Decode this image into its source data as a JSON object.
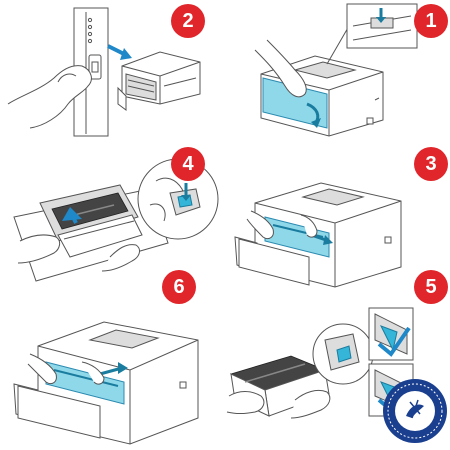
{
  "steps": [
    {
      "number": "1"
    },
    {
      "number": "2"
    },
    {
      "number": "3"
    },
    {
      "number": "4"
    },
    {
      "number": "5"
    },
    {
      "number": "6"
    }
  ],
  "colors": {
    "badge": "#e0262b",
    "highlight": "#35b6d9",
    "highlight_light": "#8fd8ea",
    "arrow": "#1f88c8",
    "line": "#555555",
    "seal": "#1b3f8f"
  },
  "icons": {
    "badge_shape": "red-circle",
    "seal": "round-logo-seal"
  }
}
